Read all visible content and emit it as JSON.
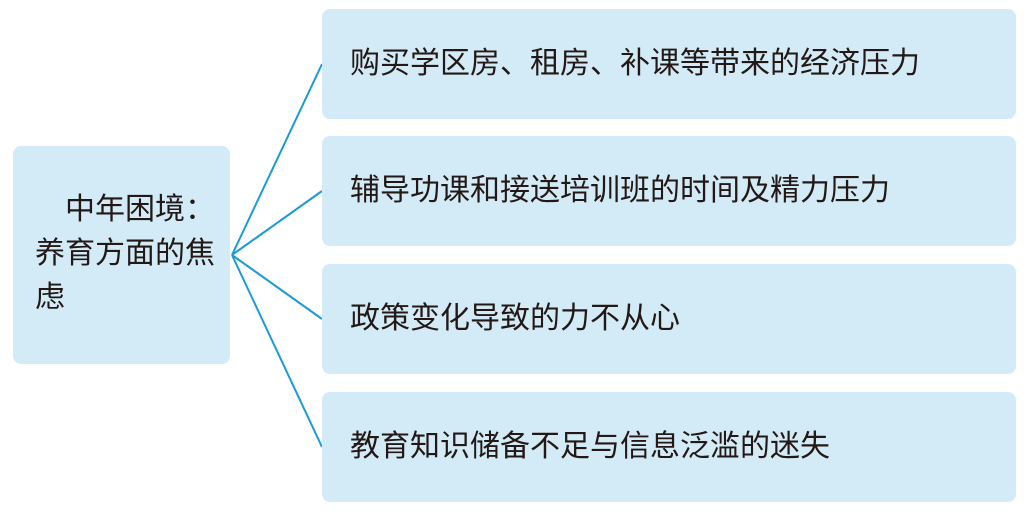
{
  "root": {
    "label": "中年困境：养育方面的焦虑"
  },
  "branches": [
    {
      "label": "购买学区房、租房、补课等带来的经济压力"
    },
    {
      "label": "辅导功课和接送培训班的时间及精力压力"
    },
    {
      "label": "政策变化导致的力不从心"
    },
    {
      "label": "教育知识储备不足与信息泛滥的迷失"
    }
  ],
  "colors": {
    "box_fill": "#d2ebf6",
    "connector": "#1a9ad6",
    "text": "#231815"
  }
}
